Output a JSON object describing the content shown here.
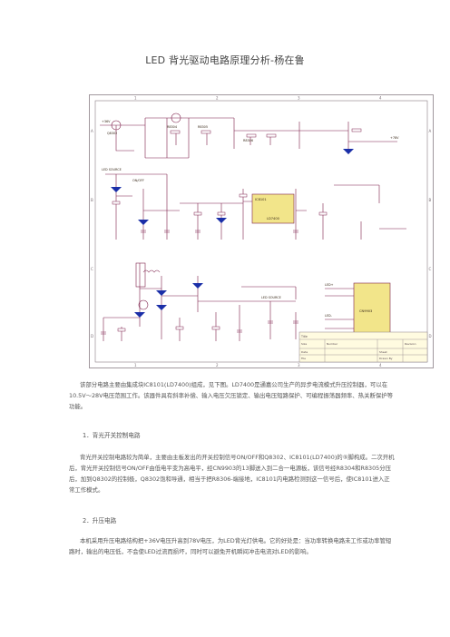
{
  "doc": {
    "title": "LED 背光驱动电路原理分析-杨在鲁",
    "para1": "该部分电路主要由集成块IC8101(LD7400)组成，见下图。LD7400是通嘉公司生产的异步电流模式升压控制器，可以在10.5V～28V电压范围工作。该器件具有斜率补偿、输入电压欠压锁定、输出电压短路保护、可编程振荡器频率、热关断保护等功能。",
    "section1": "1．背光开关控制电路",
    "para2": "背光开关控制电路较为简单，主要由主板发出的开关控制信号ON/OFF和Q8302、IC8101(LD7400)的⑤脚构成。二次开机后，背光开关控制信号ON/OFF由低电平变为高电平，经CN9903的13脚送入到二合一电源板，该信号经R8304和R8305分压后，加到Q8302的控制极，Q8302饱和导通，相当于把R8306-端接地，IC8101内电路检测到这一信号后，使IC8101进入正常工作模式。",
    "section2": "2．升压电路",
    "para3": "本机采用升压电路结构把+36V电压升高到78V电压，为LED背光灯供电。它的好处是：当功率转换电路未工作或功率管短路时，输出的电压低，不会使LED过流而损坏，同时可以避免开机瞬间冲击电流对LED的影响。"
  },
  "schematic": {
    "col_numbers": [
      "1",
      "2",
      "3",
      "4"
    ],
    "row_letters": [
      "A",
      "B",
      "C",
      "D"
    ],
    "labels": {
      "led_source": "LED SOURCE",
      "on_off": "ON/OFF",
      "vin": "+36V",
      "out": "+78V",
      "ic": "IC8101",
      "ic_part": "LD7400",
      "cn": "CN9903",
      "q": "Q8302",
      "r1": "R8304",
      "r2": "R8305",
      "r3": "R8306",
      "led_plus": "LED+",
      "led_minus": "LED-",
      "led_source2": "LED SOURCE",
      "title_block": "Title",
      "size": "Size",
      "number": "Number",
      "revision": "Revision",
      "date": "Date",
      "file": "File",
      "sheet": "Sheet",
      "drawn": "Drawn By"
    }
  }
}
